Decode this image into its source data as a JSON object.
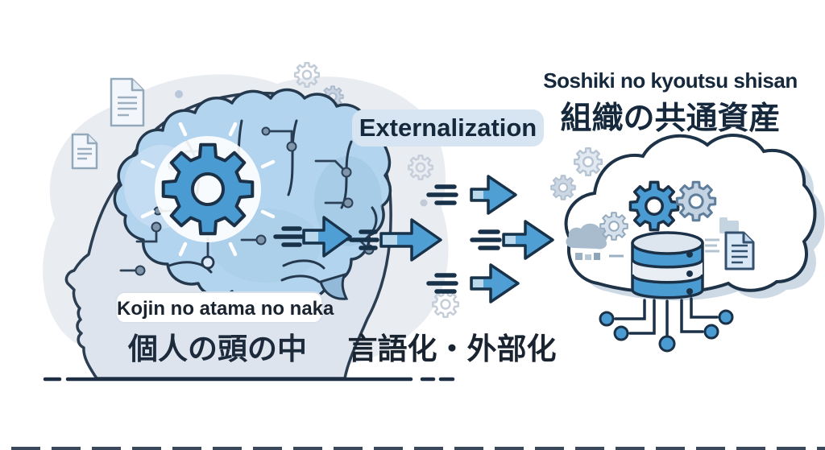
{
  "diagram": {
    "left": {
      "romaji_label": "Kojin no atama no naka",
      "jp_label": "個人の頭の中"
    },
    "process": {
      "en_label": "Externalization",
      "jp_label": "言語化・外部化"
    },
    "right": {
      "romaji_label": "Soshiki no kyoutsu shisan",
      "jp_label": "組織の共通資産"
    },
    "icons": [
      "document-icon",
      "gear-icon",
      "human-head-icon",
      "brain-icon",
      "circuit-trace-icon",
      "circuit-node-icon",
      "speed-arrow-icon",
      "cloud-icon",
      "mini-cloud-icon",
      "folder-icon",
      "database-icon"
    ],
    "colors": {
      "accent_blue": "#4a9bd2",
      "outline_navy": "#1b3148",
      "brain_fill": "#b3d4ee",
      "head_fill": "#dde4ed",
      "badge_bg": "#d7e4f2",
      "background_blob": "#e9edf2",
      "muted_gray_blue": "#c9d4e2",
      "text_navy": "#15283c"
    }
  }
}
